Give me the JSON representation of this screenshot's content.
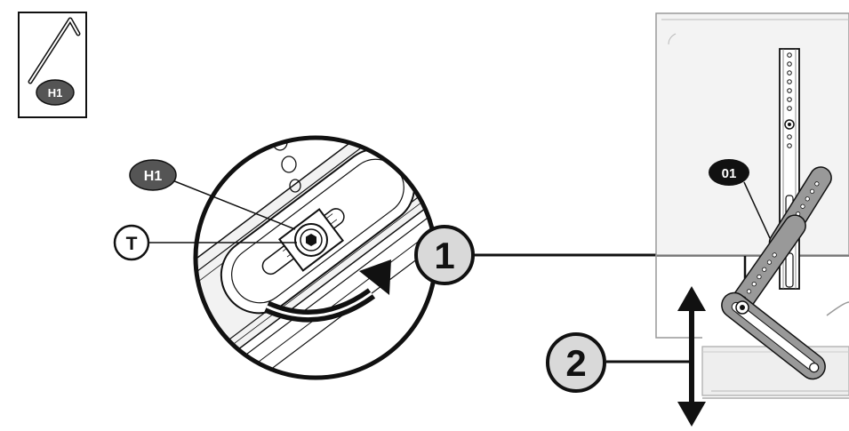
{
  "tool_box": {
    "tool_label": "H1",
    "icon": "hex-key-icon"
  },
  "detail": {
    "h1_label": "H1",
    "t_label": "T",
    "rotation_icon": "clockwise-arrow-icon"
  },
  "steps": [
    {
      "number": "1"
    },
    {
      "number": "2"
    }
  ],
  "part": {
    "label": "01"
  },
  "colors": {
    "ink": "#111111",
    "badge_fill": "#555555",
    "step_fill": "#d9d9d9",
    "panel_fill": "#eeeeee"
  }
}
